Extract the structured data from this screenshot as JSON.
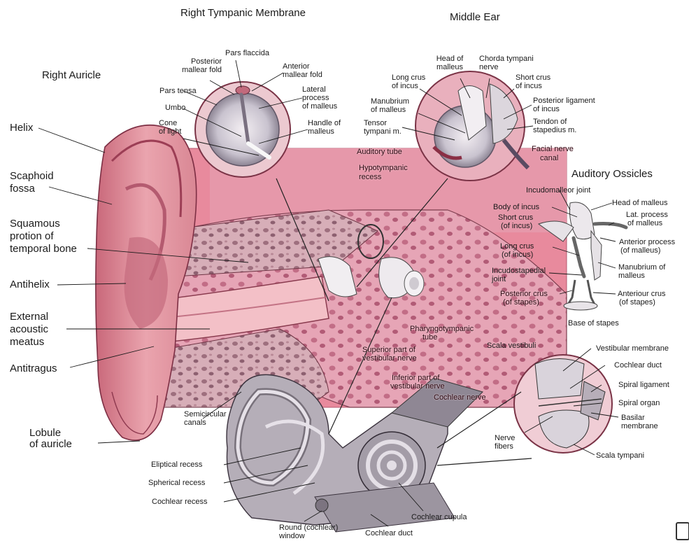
{
  "titles": {
    "tympanic": "Right Tympanic Membrane",
    "middle_ear": "Middle Ear",
    "auricle": "Right Auricle",
    "ossicles": "Auditory Ossicles"
  },
  "auricle_labels": {
    "helix": "Helix",
    "scaphoid_1": "Scaphoid",
    "scaphoid_2": "fossa",
    "squamous_1": "Squamous",
    "squamous_2": "protion of",
    "squamous_3": "temporal bone",
    "antihelix": "Antihelix",
    "eam_1": "External",
    "eam_2": "acoustic",
    "eam_3": "meatus",
    "antitragus": "Antitragus",
    "lobule_1": "Lobule",
    "lobule_2": "of auricle"
  },
  "tympanic_labels": {
    "pars_flaccida": "Pars flaccida",
    "post_mallear_1": "Posterior",
    "post_mallear_2": "mallear fold",
    "ant_mallear_1": "Anterior",
    "ant_mallear_2": "mallear fold",
    "pars_tensa": "Pars tensa",
    "lateral_1": "Lateral",
    "lateral_2": "process",
    "lateral_3": "of malleus",
    "umbo": "Umbo",
    "cone_1": "Cone",
    "cone_2": "of light",
    "handle_1": "Handle of",
    "handle_2": "malleus"
  },
  "middle_labels": {
    "head_malleus_1": "Head of",
    "head_malleus_2": "malleus",
    "chorda_1": "Chorda tympani",
    "chorda_2": "nerve",
    "long_crus_1": "Long crus",
    "long_crus_2": "of incus",
    "short_crus_1": "Short crus",
    "short_crus_2": "of incus",
    "manubrium_1": "Manubrium",
    "manubrium_2": "of malleus",
    "post_lig_1": "Posterior ligament",
    "post_lig_2": "of incus",
    "tensor_1": "Tensor",
    "tensor_2": "tympani m.",
    "stapedius_1": "Tendon of",
    "stapedius_2": "stapedius m.",
    "auditory_tube": "Auditory tube",
    "facial_1": "Facial nerve",
    "facial_2": "canal",
    "hypo_1": "Hypotympanic",
    "hypo_2": "recess"
  },
  "ossicle_labels": {
    "incudomalleor": "Incudomalleor joint",
    "body_incus": "Body of incus",
    "head_malleus": "Head of malleus",
    "short_crus_1": "Short crus",
    "short_crus_2": "(of incus)",
    "lat_process_1": "Lat. process",
    "lat_process_2": "of malleus",
    "long_crus_1": "Long crus",
    "long_crus_2": "(of incus)",
    "ant_process_1": "Anterior process",
    "ant_process_2": "(of malleus)",
    "incudostapedial_1": "Incudostapedial",
    "incudostapedial_2": "joint",
    "manubrium_1": "Manubrium of",
    "manubrium_2": "malleus",
    "post_crus_1": "Posterior crus",
    "post_crus_2": "(of stapes)",
    "ant_crus_1": "Anteriour crus",
    "ant_crus_2": "(of stapes)",
    "base_stapes": "Base of stapes"
  },
  "inner_labels": {
    "pharyngo_1": "Pharyngotympanic",
    "pharyngo_2": "tube",
    "sup_vest_1": "Superior part of",
    "sup_vest_2": "vestibular nerve",
    "inf_vest_1": "Inferior part of",
    "inf_vest_2": "vestibular nerve",
    "cochlear_nerve": "Cochlear nerve",
    "semicircular_1": "Semicircular",
    "semicircular_2": "canals",
    "elliptical": "Eliptical recess",
    "spherical": "Spherical recess",
    "cochlear_recess": "Cochlear recess",
    "round_window_1": "Round (cochlear)",
    "round_window_2": "window",
    "cochlear_duct": "Cochlear duct",
    "cochlear_cupula": "Cochlear cupula"
  },
  "cochlea_labels": {
    "scala_vestibuli": "Scala vestibuli",
    "vestibular_membrane": "Vestibular membrane",
    "cochlear_duct": "Cochlear duct",
    "spiral_ligament": "Spiral ligament",
    "spiral_organ": "Spiral organ",
    "basilar_1": "Basilar",
    "basilar_2": "membrane",
    "nerve_fibers_1": "Nerve",
    "nerve_fibers_2": "fibers",
    "scala_tympani": "Scala tympani"
  },
  "colors": {
    "pink_bg": "#e88a9d",
    "skin": "#e9a3ab",
    "skin_dark": "#b45464",
    "bone": "#d9b7bd",
    "labyrinth": "#b4adb6",
    "line": "#1a1a1a"
  }
}
